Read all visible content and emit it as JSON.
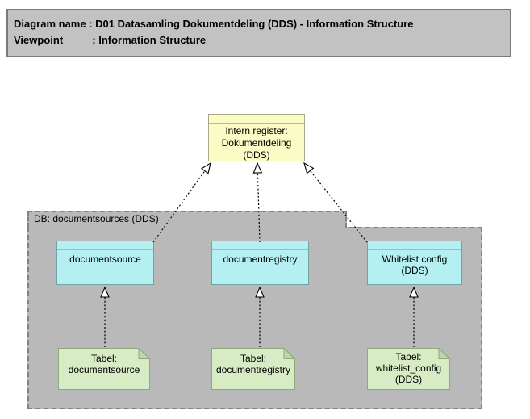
{
  "header": {
    "line1": "Diagram name : D01 Datasamling Dokumentdeling (DDS) - Information Structure",
    "line2": "Viewpoint          : Information Structure"
  },
  "intern_register": {
    "lines": [
      "Intern register:",
      "Dokumentdeling",
      "(DDS)"
    ]
  },
  "grouping": {
    "label": "DB: documentsources (DDS)"
  },
  "entities": [
    {
      "lines": [
        "documentsource"
      ]
    },
    {
      "lines": [
        "documentregistry"
      ]
    },
    {
      "lines": [
        "Whitelist config",
        "(DDS)"
      ]
    }
  ],
  "notes": [
    {
      "lines": [
        "Tabel:",
        "documentsource"
      ]
    },
    {
      "lines": [
        "Tabel:",
        "documentregistry"
      ]
    },
    {
      "lines": [
        "Tabel:",
        "whitelist_config",
        "(DDS)"
      ]
    }
  ],
  "colors": {
    "header_fill": "#c2c2c2",
    "header_border": "#7a7a7a",
    "grouping_fill": "#b9b9b9",
    "grouping_border": "#828282",
    "object_fill": "#fbfbc6",
    "object_border": "#a8a88a",
    "entity_fill": "#b4f0f2",
    "entity_border": "#6fa3a5",
    "note_fill": "#d7ebc5",
    "note_border": "#90a87e",
    "note_fold": "#bcd8a6",
    "connector": "#000000"
  }
}
